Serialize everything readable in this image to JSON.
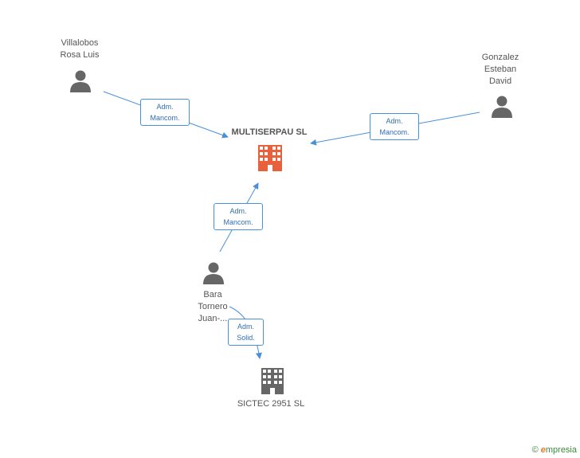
{
  "colors": {
    "edge": "#4a90d9",
    "person": "#666666",
    "company_main": "#e8603c",
    "company_other": "#666666"
  },
  "nodes": {
    "villalobos": {
      "label": "Villalobos\nRosa Luis",
      "icon": "person-icon"
    },
    "gonzalez": {
      "label": "Gonzalez\nEsteban\nDavid",
      "icon": "person-icon"
    },
    "multiserpau": {
      "label": "MULTISERPAU SL",
      "icon": "building-icon"
    },
    "bara": {
      "label": "Bara\nTornero\nJuan-...",
      "icon": "person-icon"
    },
    "sictec": {
      "label": "SICTEC 2951  SL",
      "icon": "building-icon"
    }
  },
  "edges": {
    "e1": {
      "line1": "Adm.",
      "line2": "Mancom."
    },
    "e2": {
      "line1": "Adm.",
      "line2": "Mancom."
    },
    "e3": {
      "line1": "Adm.",
      "line2": "Mancom."
    },
    "e4": {
      "line1": "Adm.",
      "line2": "Solid."
    }
  },
  "footer": {
    "copyright": "©",
    "brand_first": "e",
    "brand_rest": "mpresia"
  }
}
